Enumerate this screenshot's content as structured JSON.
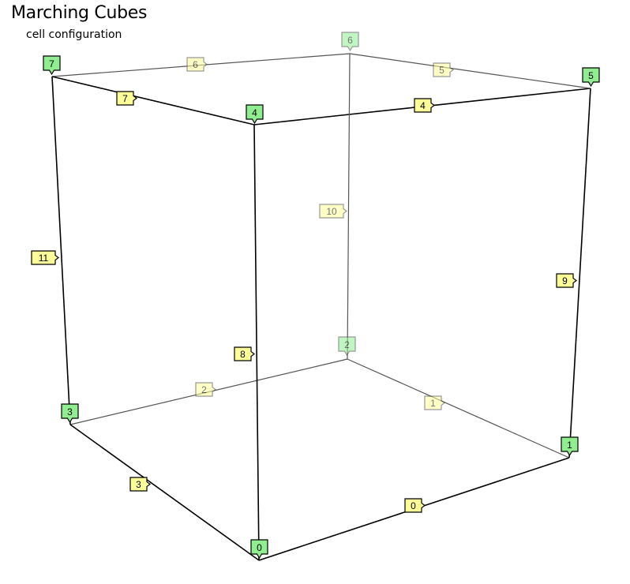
{
  "header": {
    "title": "Marching Cubes",
    "subtitle": "cell configuration"
  },
  "colors": {
    "vertex_fill": "#90ee90",
    "edge_fill": "#ffff99",
    "line": "#000000",
    "back_line": "#555555"
  },
  "vertices": [
    {
      "label": "0",
      "back": false
    },
    {
      "label": "1",
      "back": false
    },
    {
      "label": "2",
      "back": true
    },
    {
      "label": "3",
      "back": false
    },
    {
      "label": "4",
      "back": false
    },
    {
      "label": "5",
      "back": false
    },
    {
      "label": "6",
      "back": true
    },
    {
      "label": "7",
      "back": false
    }
  ],
  "edges": [
    {
      "label": "0",
      "from": 0,
      "to": 1,
      "back": false
    },
    {
      "label": "1",
      "from": 1,
      "to": 2,
      "back": true
    },
    {
      "label": "2",
      "from": 2,
      "to": 3,
      "back": true
    },
    {
      "label": "3",
      "from": 3,
      "to": 0,
      "back": false
    },
    {
      "label": "4",
      "from": 4,
      "to": 5,
      "back": false
    },
    {
      "label": "5",
      "from": 5,
      "to": 6,
      "back": true
    },
    {
      "label": "6",
      "from": 6,
      "to": 7,
      "back": true
    },
    {
      "label": "7",
      "from": 7,
      "to": 4,
      "back": false
    },
    {
      "label": "8",
      "from": 0,
      "to": 4,
      "back": false
    },
    {
      "label": "9",
      "from": 1,
      "to": 5,
      "back": false
    },
    {
      "label": "10",
      "from": 2,
      "to": 6,
      "back": true
    },
    {
      "label": "11",
      "from": 3,
      "to": 7,
      "back": false
    }
  ]
}
